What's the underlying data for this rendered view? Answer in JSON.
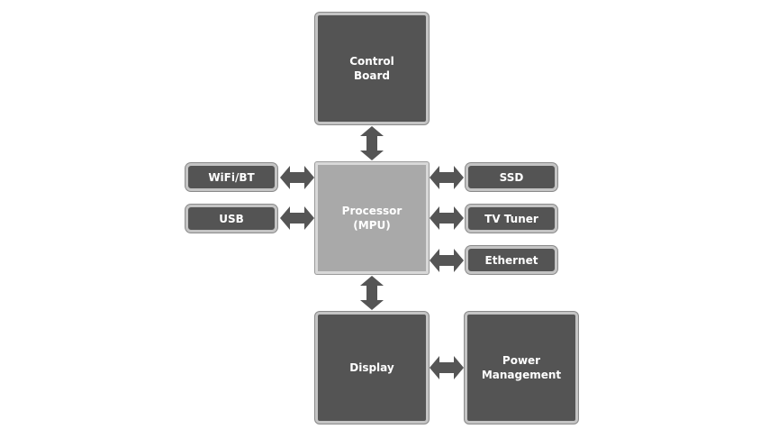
{
  "diagram": {
    "control_board": "Control\nBoard",
    "processor": "Processor\n(MPU)",
    "display": "Display",
    "power_management": "Power\nManagement",
    "wifi_bt": "WiFi/BT",
    "usb": "USB",
    "ssd": "SSD",
    "tv_tuner": "TV Tuner",
    "ethernet": "Ethernet"
  },
  "colors": {
    "block_fill": "#545454",
    "block_border": "#c4c4c4",
    "processor_fill": "#a9a9a9",
    "arrow_fill": "#555555"
  }
}
